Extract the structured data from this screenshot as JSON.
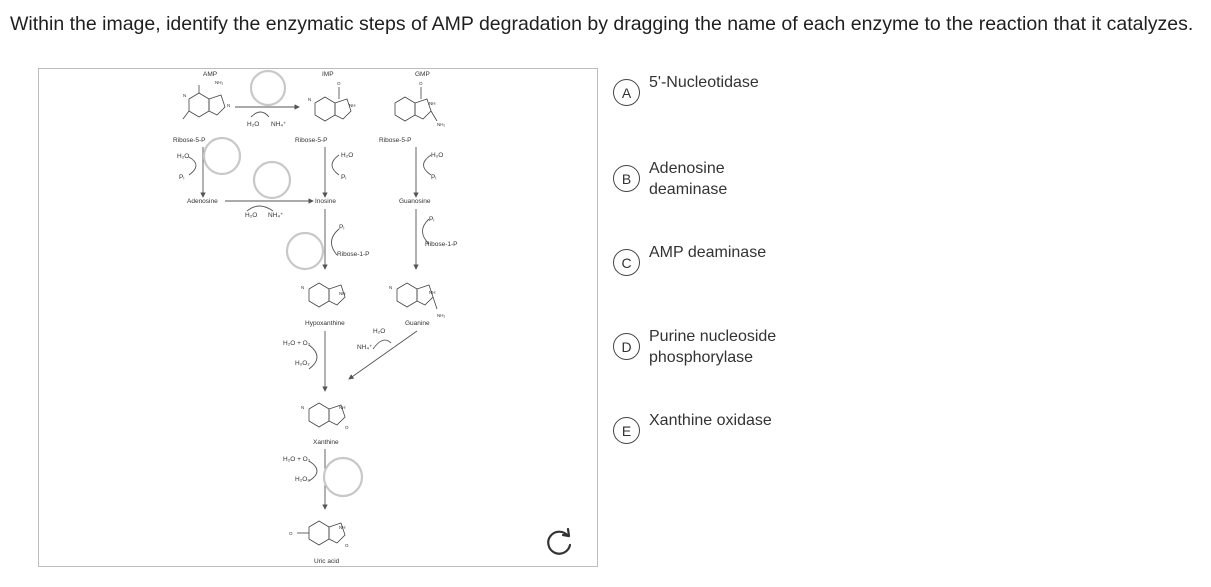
{
  "question": "Within the image, identify the enzymatic steps of AMP degradation by dragging the name of each enzyme to the reaction that it catalyzes.",
  "diagram": {
    "labels": {
      "amp": "AMP",
      "imp": "IMP",
      "gmp": "GMP",
      "ribose5p_1": "Ribose-5-P",
      "ribose5p_2": "Ribose-5-P",
      "ribose5p_3": "Ribose-5-P",
      "adenosine": "Adenosine",
      "inosine": "Inosine",
      "guanosine": "Guanosine",
      "ribose1p_1": "Ribose-1-P",
      "ribose1p_2": "Ribose-1-P",
      "hypoxanthine": "Hypoxanthine",
      "guanine": "Guanine",
      "xanthine": "Xanthine",
      "uric_acid": "Uric acid",
      "h2o": "H₂O",
      "nh4": "NH₄⁺",
      "pi": "Pᵢ",
      "h2o_o2": "H₂O + O₂",
      "h2o2": "H₂O₂",
      "nh2": "NH₂",
      "nh": "NH",
      "n": "N",
      "o": "O",
      "h": "H"
    }
  },
  "choices": [
    {
      "letter": "A",
      "label": "5'-Nucleotidase"
    },
    {
      "letter": "B",
      "label": "Adenosine deaminase"
    },
    {
      "letter": "C",
      "label": "AMP deaminase"
    },
    {
      "letter": "D",
      "label": "Purine nucleoside phosphorylase"
    },
    {
      "letter": "E",
      "label": "Xanthine oxidase"
    }
  ],
  "reset": {
    "icon": "reset-icon"
  }
}
